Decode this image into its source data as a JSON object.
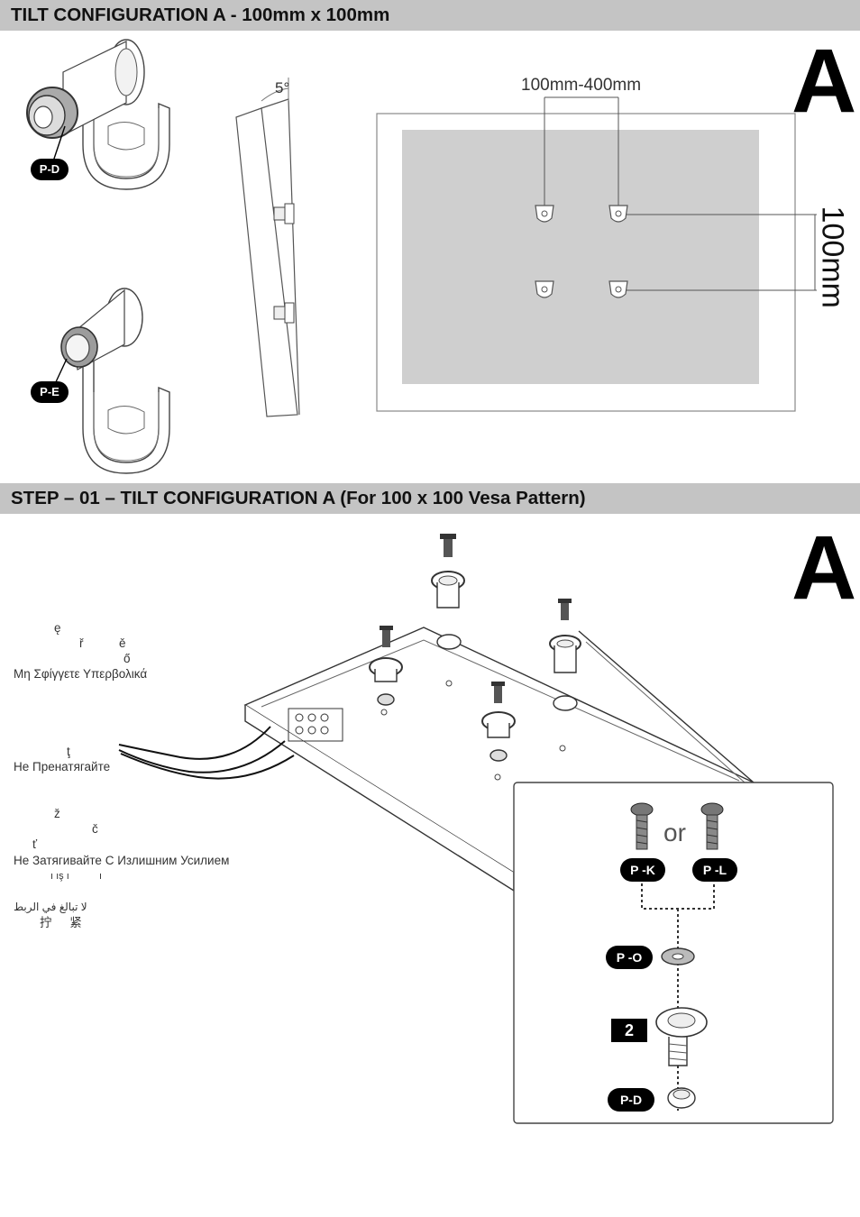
{
  "section1": {
    "title": "TILT CONFIGURATION A - 100mm x 100mm",
    "letter": "A",
    "tilt_angle": "5°",
    "horizontal_dim": "100mm-400mm",
    "vertical_dim": "100mm",
    "parts": {
      "pd": "P-D",
      "pe": "P-E"
    }
  },
  "section2": {
    "title": "STEP – 01 – TILT CONFIGURATION A (For 100 x 100 Vesa Pattern)",
    "letter": "A",
    "warnings": {
      "greek": "Μη Σφίγγετε Υπερβολικά",
      "bulgarian": "Не Пренатягайте",
      "russian": "Не Затягивайте С Излишним Усилием",
      "arabic": "لا تبالغ في الربط",
      "chinese": "拧 紧"
    },
    "fragments": {
      "f1": "ę",
      "f2": "ř",
      "f3": "ě",
      "f4": "ő",
      "f5": "ţ",
      "f6": "ž",
      "f7": "č",
      "f8": "ť",
      "f9": "ı ış ı",
      "f10": "ı"
    },
    "inset": {
      "or_label": "or",
      "pk": "P -K",
      "pl": "P -L",
      "po": "P -O",
      "qty": "2",
      "pd": "P-D"
    }
  }
}
